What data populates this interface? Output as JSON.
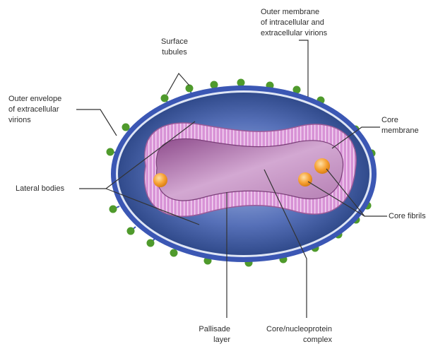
{
  "labels": {
    "surface_tubules": "Surface\ntubules",
    "outer_membrane": "Outer membrane\nof intracellular and\nextracellular virions",
    "outer_envelope": "Outer envelope\nof extracellular\nvirions",
    "core_membrane": "Core\nmembrane",
    "lateral_bodies": "Lateral bodies",
    "core_fibrils": "Core fibrils",
    "palisade_layer": "Pallisade\nlayer",
    "core_complex": "Core/nucleoprotein\ncomplex"
  },
  "colors": {
    "tubule_green": "#4f9a2c",
    "outer_ring": "#3b57b4",
    "outer_body": "#27417f",
    "palisade_pink": "#d893d6",
    "core_purple": "#a86aa6",
    "core_fibril_orange": "#f7a234",
    "leader_line": "#333333"
  }
}
